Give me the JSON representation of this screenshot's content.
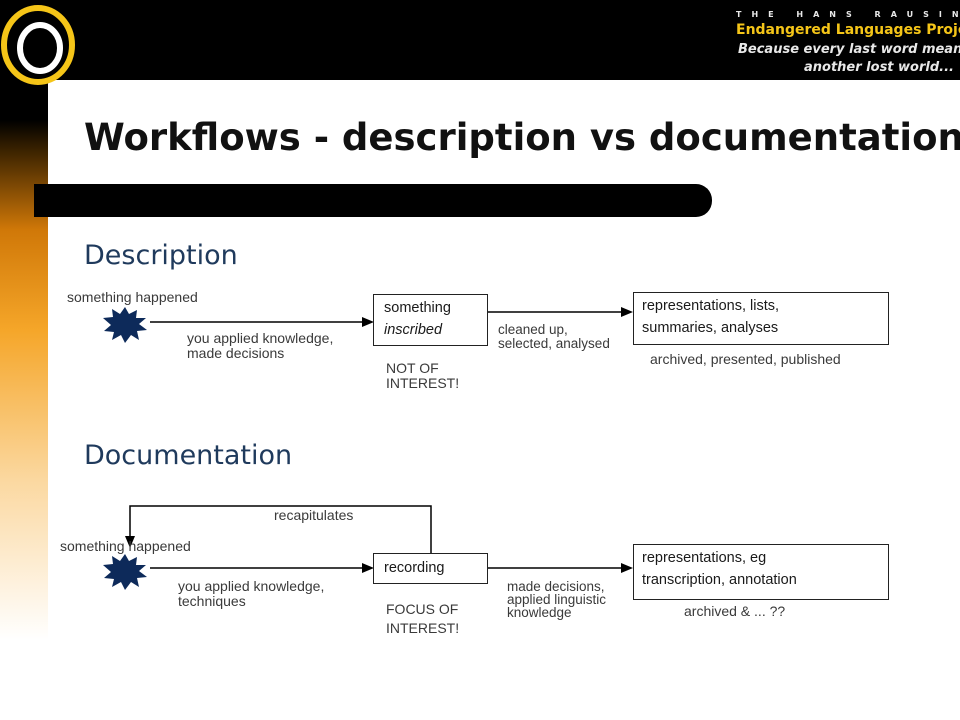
{
  "header": {
    "logo_line1": "THE HANS RAUSING",
    "logo_line2": "Endangered Languages Project",
    "logo_line3": "Because every last word means",
    "logo_line4": "another lost world..."
  },
  "title": "Workflows - description vs documentation",
  "description": {
    "heading": "Description",
    "event_label": "something happened",
    "step1_label": [
      "you applied knowledge,",
      "made decisions"
    ],
    "box1": [
      "something",
      "inscribed"
    ],
    "box1_note": [
      "NOT OF",
      "INTEREST!"
    ],
    "step2_label": [
      "cleaned up,",
      "selected, analysed"
    ],
    "box2": [
      "representations, lists,",
      "summaries, analyses"
    ],
    "box2_note": "archived, presented, published"
  },
  "documentation": {
    "heading": "Documentation",
    "loop_label": "recapitulates",
    "event_label": "something happened",
    "step1_label": [
      "you applied knowledge,",
      "techniques"
    ],
    "box1": "recording",
    "box1_note": [
      "FOCUS OF",
      "INTEREST!"
    ],
    "step2_label": [
      "made decisions,",
      "applied linguistic",
      "knowledge"
    ],
    "box2": [
      "representations, eg",
      "transcription, annotation"
    ],
    "box2_note": "archived & ... ??"
  },
  "colors": {
    "accent_orange": "#f39a1d",
    "header_black": "#000000",
    "heading_blue": "#1f3a5c",
    "logo_yellow": "#f5c518"
  },
  "icons": [
    "logo-ring-icon",
    "burst-icon",
    "arrow-icon"
  ]
}
